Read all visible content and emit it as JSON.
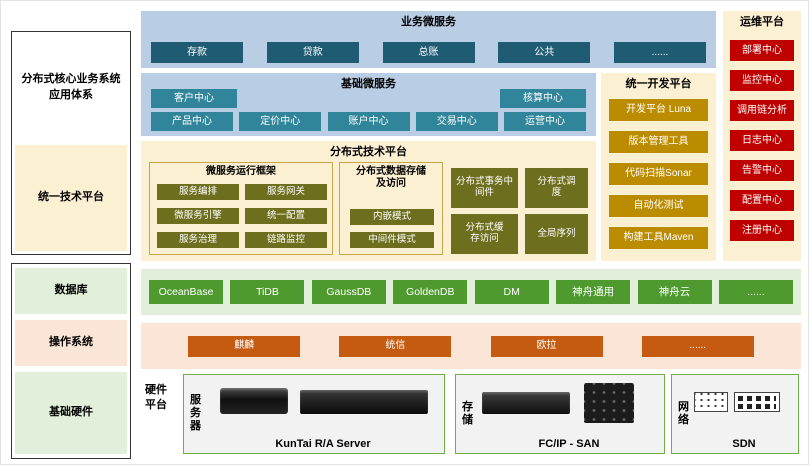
{
  "colors": {
    "dark_teal": "#1F5C73",
    "teal": "#31859B",
    "light_blue_bg": "#B9CDE4",
    "cream_bg": "#FCF0D2",
    "gold": "#BC8C00",
    "olive": "#6E6F1E",
    "red": "#C00000",
    "green": "#4E9A2E",
    "light_green_bg": "#E2EFDA",
    "orange": "#C55A11",
    "light_orange_bg": "#FBE5D6",
    "hardware_border_green": "#70AD47"
  },
  "left_panel": {
    "app_system": "分布式核心业务系统应用体系",
    "tech_platform": "统一技术平台",
    "database": "数据库",
    "os": "操作系统",
    "hardware": "基础硬件"
  },
  "biz": {
    "title": "业务微服务",
    "items": [
      "存款",
      "贷款",
      "总账",
      "公共",
      "......"
    ]
  },
  "basic": {
    "title": "基础微服务",
    "row1": [
      "客户中心",
      "核算中心"
    ],
    "row2": [
      "产品中心",
      "定价中心",
      "账户中心",
      "交易中心",
      "运营中心"
    ]
  },
  "dev": {
    "title": "统一开发平台",
    "items": [
      "开发平台 Luna",
      "版本管理工具",
      "代码扫描Sonar",
      "自动化测试",
      "构建工具Maven"
    ]
  },
  "dtech": {
    "title": "分布式技术平台",
    "runtime": {
      "title": "微服务运行框架",
      "items": [
        "服务编排",
        "服务网关",
        "微服务引擎",
        "统一配置",
        "服务治理",
        "链路监控"
      ]
    },
    "storage": {
      "title": "分布式数据存储及访问",
      "items": [
        "内嵌模式",
        "中间件模式"
      ]
    },
    "extras": [
      "分布式事务中间件",
      "分布式调度",
      "分布式缓存访问",
      "全局序列"
    ]
  },
  "ops": {
    "title": "运维平台",
    "items": [
      "部署中心",
      "监控中心",
      "调用链分析",
      "日志中心",
      "告警中心",
      "配置中心",
      "注册中心"
    ]
  },
  "db_row": {
    "items": [
      "OceanBase",
      "TiDB",
      "GaussDB",
      "GoldenDB",
      "DM",
      "神舟通用",
      "神舟云",
      "......"
    ]
  },
  "os_row": {
    "items": [
      "麒麟",
      "统信",
      "欧拉",
      "......"
    ]
  },
  "hw": {
    "platform_label": "硬件平台",
    "server_label": "服务器",
    "server_caption": "KunTai R/A Server",
    "storage_label": "存储",
    "storage_caption": "FC/IP - SAN",
    "network_label": "网络",
    "network_caption": "SDN"
  }
}
